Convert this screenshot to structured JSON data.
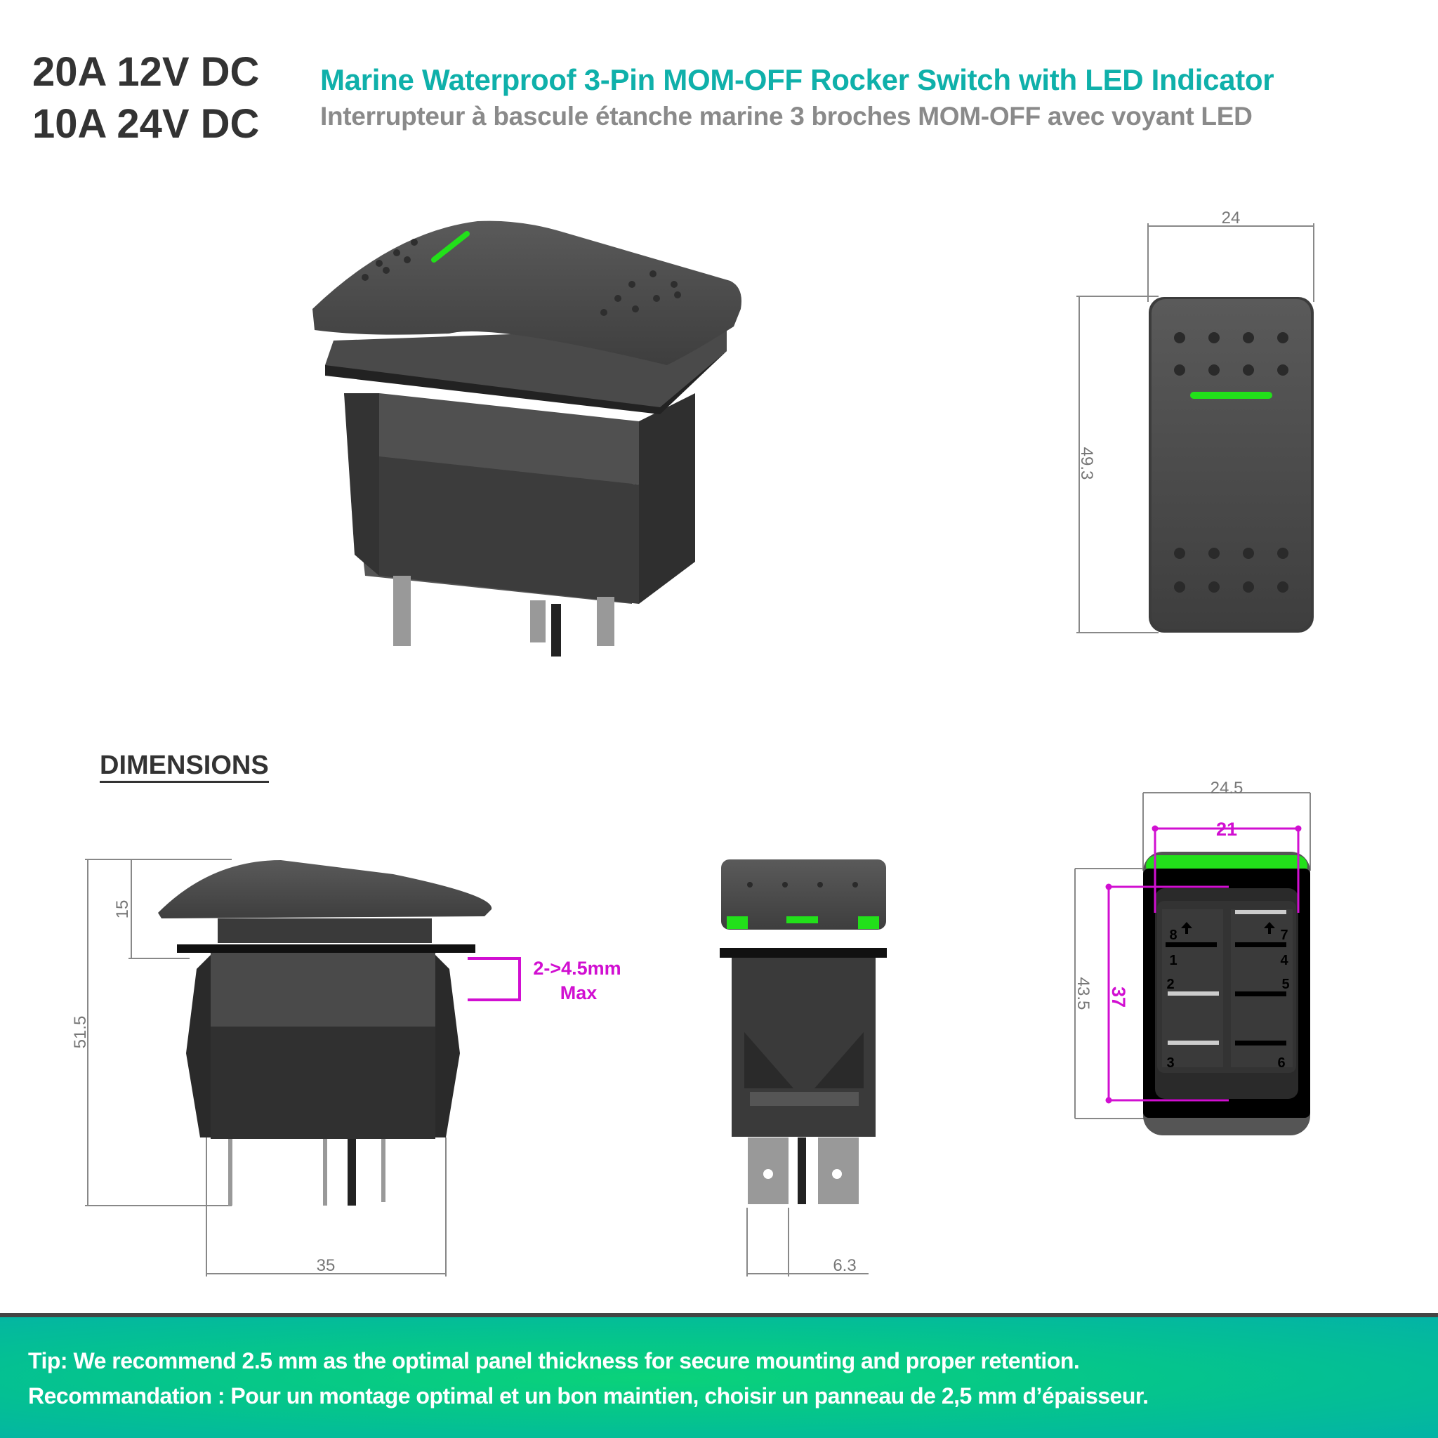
{
  "header": {
    "spec_line_1": "20A 12V DC",
    "spec_line_2": "10A 24V DC",
    "title_en": "Marine Waterproof 3-Pin MOM-OFF Rocker Switch with LED Indicator",
    "title_fr": "Interrupteur à bascule étanche marine 3 broches MOM-OFF avec voyant LED"
  },
  "section_title": "DIMENSIONS",
  "front_view": {
    "width": "24",
    "height": "49.3"
  },
  "side_view": {
    "height_total": "51.5",
    "height_actuator": "15",
    "width": "35",
    "panel_range": "2->4.5mm",
    "panel_max": "Max"
  },
  "end_view": {
    "terminal_width": "6.3"
  },
  "back_view": {
    "width_outer": "24.5",
    "width_cutout": "21",
    "height_outer": "43.5",
    "height_cutout": "37",
    "pins": [
      "8",
      "7",
      "1",
      "4",
      "2",
      "5",
      "3",
      "6"
    ]
  },
  "tip": {
    "en": "Tip: We recommend 2.5 mm as the optimal panel thickness for secure mounting and proper retention.",
    "fr": "Recommandation : Pour un montage optimal et un bon maintien, choisir un panneau de 2,5 mm d’épaisseur."
  },
  "colors": {
    "accent": "#0fb0aa",
    "led": "#22e01a",
    "dimension_magenta": "#d10fd1",
    "body": "#3a3a3a"
  }
}
